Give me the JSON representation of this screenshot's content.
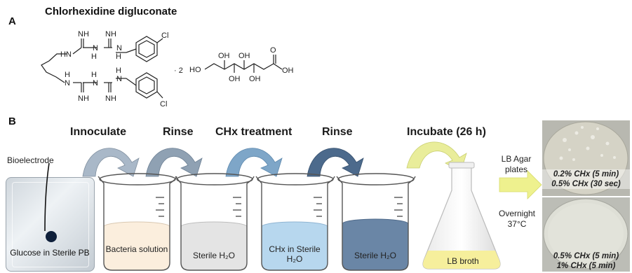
{
  "panel_a": {
    "letter": "A",
    "title": "Chlorhexidine digluconate",
    "multiplier": "· 2",
    "atoms": {
      "nh": "NH",
      "hn": "HN",
      "h": "H",
      "n": "N",
      "cl": "Cl",
      "oh": "OH",
      "ho": "HO"
    }
  },
  "panel_b": {
    "letter": "B",
    "steps": [
      "Innoculate",
      "Rinse",
      "CHx treatment",
      "Rinse",
      "Incubate (26 h)"
    ],
    "bioelectrode_label": "Bioelectrode",
    "bag_label": "Glucose in Sterile PB",
    "beakers": [
      {
        "label": "Bacteria solution",
        "fill": "#fbeedd"
      },
      {
        "label": "Sterile H₂O",
        "fill": "#e4e4e4"
      },
      {
        "label": "CHx in Sterile H₂O",
        "fill": "#b7d7ee"
      },
      {
        "label": "Sterile H₂O",
        "fill": "#6a86a6"
      }
    ],
    "flask_label": "LB broth",
    "flask_fill": "#f6ef9c",
    "lb_agar_label": "LB Agar plates",
    "overnight_label": "Overnight 37°C",
    "plates": [
      {
        "lines": [
          "0.2% CHx (5 min)",
          "0.5% CHx (30 sec)"
        ]
      },
      {
        "lines": [
          "0.5% CHx (5 min)",
          "1% CHx (5 min)"
        ]
      }
    ],
    "colors": {
      "arrow_1": "#a9b8c8",
      "arrow_2": "#8fa1b3",
      "arrow_3": "#7ea6c8",
      "arrow_4": "#4c6a8c",
      "arrow_5": "#e9ed9a",
      "agar_arrow": "#eef18e"
    }
  }
}
